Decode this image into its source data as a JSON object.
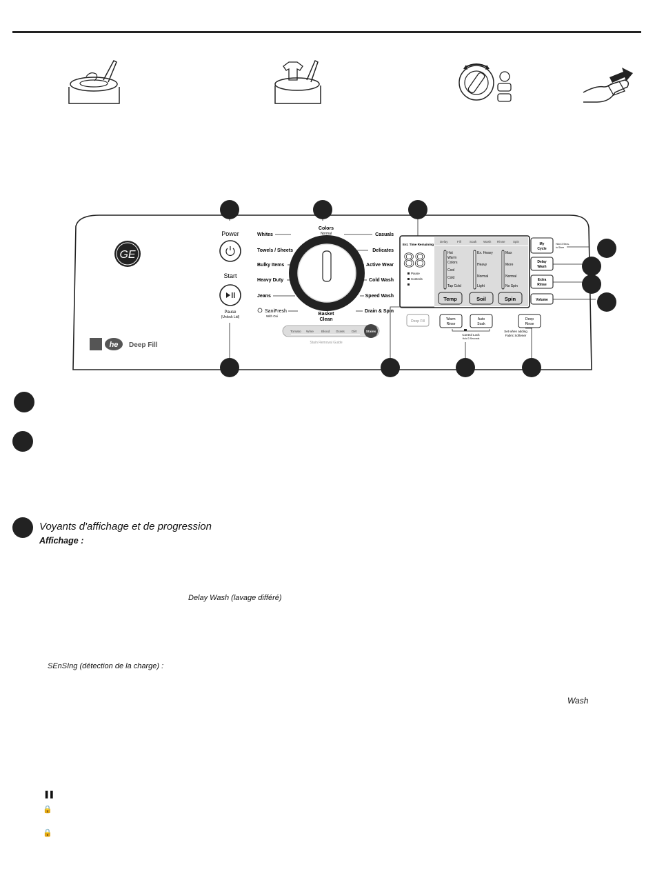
{
  "panel": {
    "power_label": "Power",
    "start_label": "Start",
    "pause_label": "Pause",
    "unlock_lid_label": "(Unlock Lid)",
    "brand_logo": "GE",
    "he_logo": "he",
    "deep_fill_logo": "Deep Fill",
    "dial_top": "Colors",
    "dial_top_sub": "Normal",
    "dial_left": [
      "Whites",
      "Towels / Sheets",
      "Bulky Items",
      "Heavy Duty",
      "Jeans"
    ],
    "sanifresh": "SaniFresh",
    "sanifresh_sub": "With Oxi",
    "basket_clean": [
      "Basket",
      "Clean"
    ],
    "dial_right": [
      "Casuals",
      "Delicates",
      "Active Wear",
      "Cold Wash",
      "Speed Wash",
      "Drain & Spin"
    ],
    "stain_items": [
      "Tomato",
      "Wine",
      "Blood",
      "Grass",
      "Dirt"
    ],
    "stain_button": "Stains",
    "stain_guide": "Stain Removal Guide",
    "display_title": "Est. Time Remaining",
    "display_digits": "88",
    "display_indicators": [
      "Pause",
      "Controls",
      ""
    ],
    "progress": [
      "Delay",
      "Fill",
      "Soak",
      "Wash",
      "Rinse",
      "Spin"
    ],
    "temp_levels": [
      "Hot",
      "Warm",
      "Colors",
      "Cool",
      "Cold",
      "Tap Cold"
    ],
    "soil_levels": [
      "Ex. Heavy",
      "Heavy",
      "Normal",
      "Light"
    ],
    "spin_levels": [
      "Max",
      "More",
      "Normal",
      "No Spin"
    ],
    "temp_button": "Temp",
    "soil_button": "Soil",
    "spin_button": "Spin",
    "my_cycle": [
      "My",
      "Cycle"
    ],
    "my_cycle_hint": [
      "Hold 3 Secs.",
      "to Store"
    ],
    "delay_wash": [
      "Delay",
      "Wash"
    ],
    "extra_rinse": [
      "Extra",
      "Rinse"
    ],
    "volume": "Volume",
    "deep_fill_button": "Deep Fill",
    "warm_rinse": [
      "Warm",
      "Rinse"
    ],
    "auto_soak": [
      "Auto",
      "Soak"
    ],
    "deep_rinse": [
      "Deep",
      "Rinse"
    ],
    "control_lock": "Control Lock",
    "control_lock_sub": "Hold 3 Seconds",
    "fabric_softener_note": [
      "Set when adding",
      "Fabric Softener"
    ]
  },
  "text": {
    "section_title": "Voyants d'affichage et de progression",
    "display_heading": "Affichage :",
    "delay_wash_term": "Delay Wash (lavage différé)",
    "sensing_term": "SEnSIng (détection de la charge) :",
    "wash_term": "Wash"
  },
  "glyphs": {
    "pause": "❚❚",
    "lock": "🔒"
  },
  "colors": {
    "ink": "#111111",
    "panel_stroke": "#222222",
    "screen_fill": "#dcdcdc",
    "gray_text": "#888888"
  }
}
